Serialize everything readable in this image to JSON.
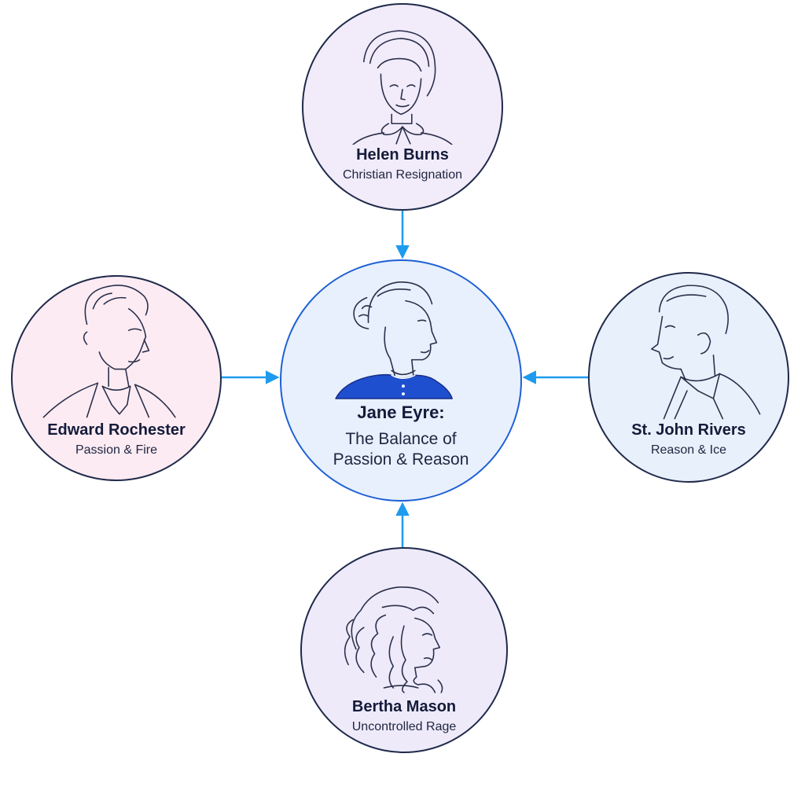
{
  "colors": {
    "connector": "#1e9bef",
    "center_border": "#1e60d4",
    "center_fill": "#e7f0fc",
    "helen_fill": "#f1ebfa",
    "edward_fill": "#fcebf3",
    "stjohn_fill": "#e8f0fb",
    "bertha_fill": "#eeeafa",
    "jane_dress": "#1e4fcf"
  },
  "nodes": {
    "helen": {
      "name": "Helen Burns",
      "trait": "Christian Resignation",
      "icon": "helen-portrait-icon"
    },
    "edward": {
      "name": "Edward Rochester",
      "trait": "Passion & Fire",
      "icon": "rochester-portrait-icon"
    },
    "center": {
      "name": "Jane Eyre:",
      "trait_line1": "The Balance of",
      "trait_line2": "Passion & Reason",
      "icon": "jane-portrait-icon"
    },
    "stjohn": {
      "name": "St. John Rivers",
      "trait": "Reason & Ice",
      "icon": "stjohn-portrait-icon"
    },
    "bertha": {
      "name": "Bertha Mason",
      "trait": "Uncontrolled Rage",
      "icon": "bertha-portrait-icon"
    }
  }
}
